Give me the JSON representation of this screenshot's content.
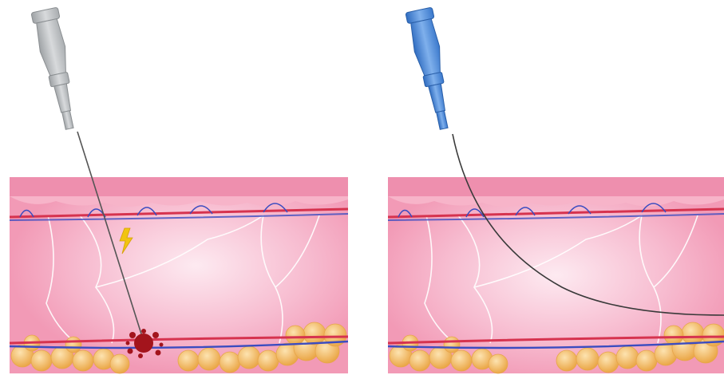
{
  "colors": {
    "background": "#ffffff",
    "skin_top": "#f08aa8",
    "dermis": "#f5a9c2",
    "dermis_glow": "#fbe3ec",
    "artery": "#d6334f",
    "vein": "#3b4cc0",
    "fat": "#f2b45a",
    "fat_highlight": "#fde3b0",
    "bruise": "#a3141c",
    "spark": "#f1c40f",
    "cannula_left": "#c8cbcd",
    "cannula_right": "#4a86d4",
    "wire": "#3a3a3a"
  },
  "panels": [
    {
      "id": "left",
      "instrument": "sharp-needle",
      "instrument_color": "grey",
      "path": "straight",
      "vessel_injury": true,
      "spark_icon": "lightning-icon",
      "injury_icon": "bleeding-splatter-icon"
    },
    {
      "id": "right",
      "instrument": "blunt-cannula",
      "instrument_color": "blue",
      "path": "curved",
      "vessel_injury": false
    }
  ]
}
